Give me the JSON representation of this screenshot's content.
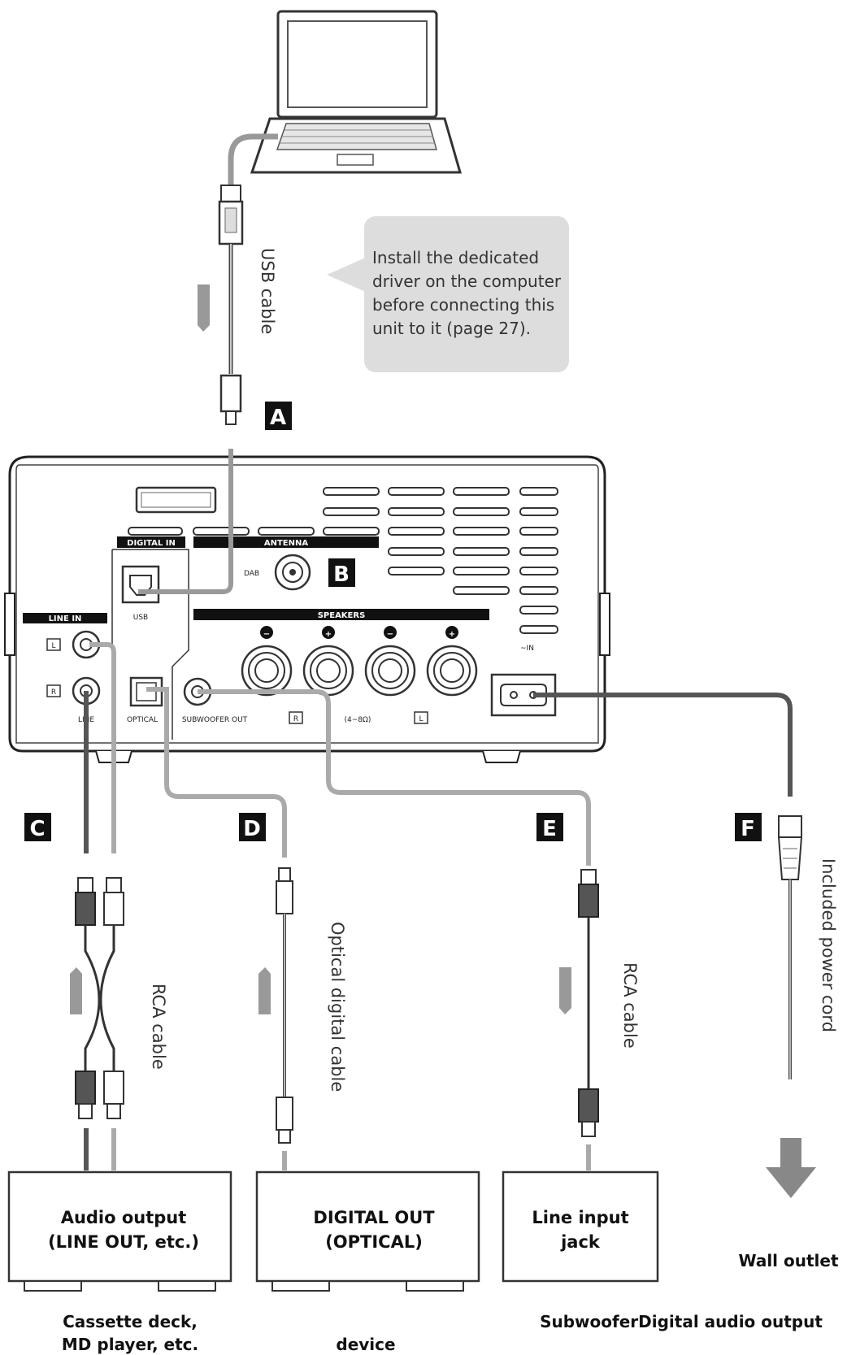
{
  "cables": {
    "usb": "USB cable",
    "rca_left": "RCA cable",
    "optical": "Optical digital cable",
    "rca_right": "RCA cable",
    "power": "Included power cord"
  },
  "callout": {
    "lines": [
      "Install the dedicated",
      "driver on the computer",
      "before connecting this",
      "unit to it (page 27)."
    ]
  },
  "markers": {
    "a": "A",
    "b": "B",
    "c": "C",
    "d": "D",
    "e": "E",
    "f": "F"
  },
  "panel": {
    "digital_in": "DIGITAL IN",
    "antenna": "ANTENNA",
    "dab": "DAB",
    "usb": "USB",
    "speakers": "SPEAKERS",
    "line_in": "LINE IN",
    "l": "L",
    "r": "R",
    "line": "LINE",
    "optical": "OPTICAL",
    "subwoofer_out": "SUBWOOFER OUT",
    "impedance": "(4~8Ω)",
    "ac_in": "~IN",
    "minus": "−",
    "plus": "+"
  },
  "devices": {
    "audio_output": [
      "Audio output",
      "(LINE OUT, etc.)"
    ],
    "digital_out": [
      "DIGITAL OUT",
      "(OPTICAL)"
    ],
    "line_input": [
      "Line input",
      "jack"
    ]
  },
  "captions": {
    "cassette": [
      "Cassette deck,",
      "MD player, etc."
    ],
    "device": "device",
    "subwoofer": "SubwooferDigital audio output",
    "wall_outlet": "Wall outlet"
  }
}
